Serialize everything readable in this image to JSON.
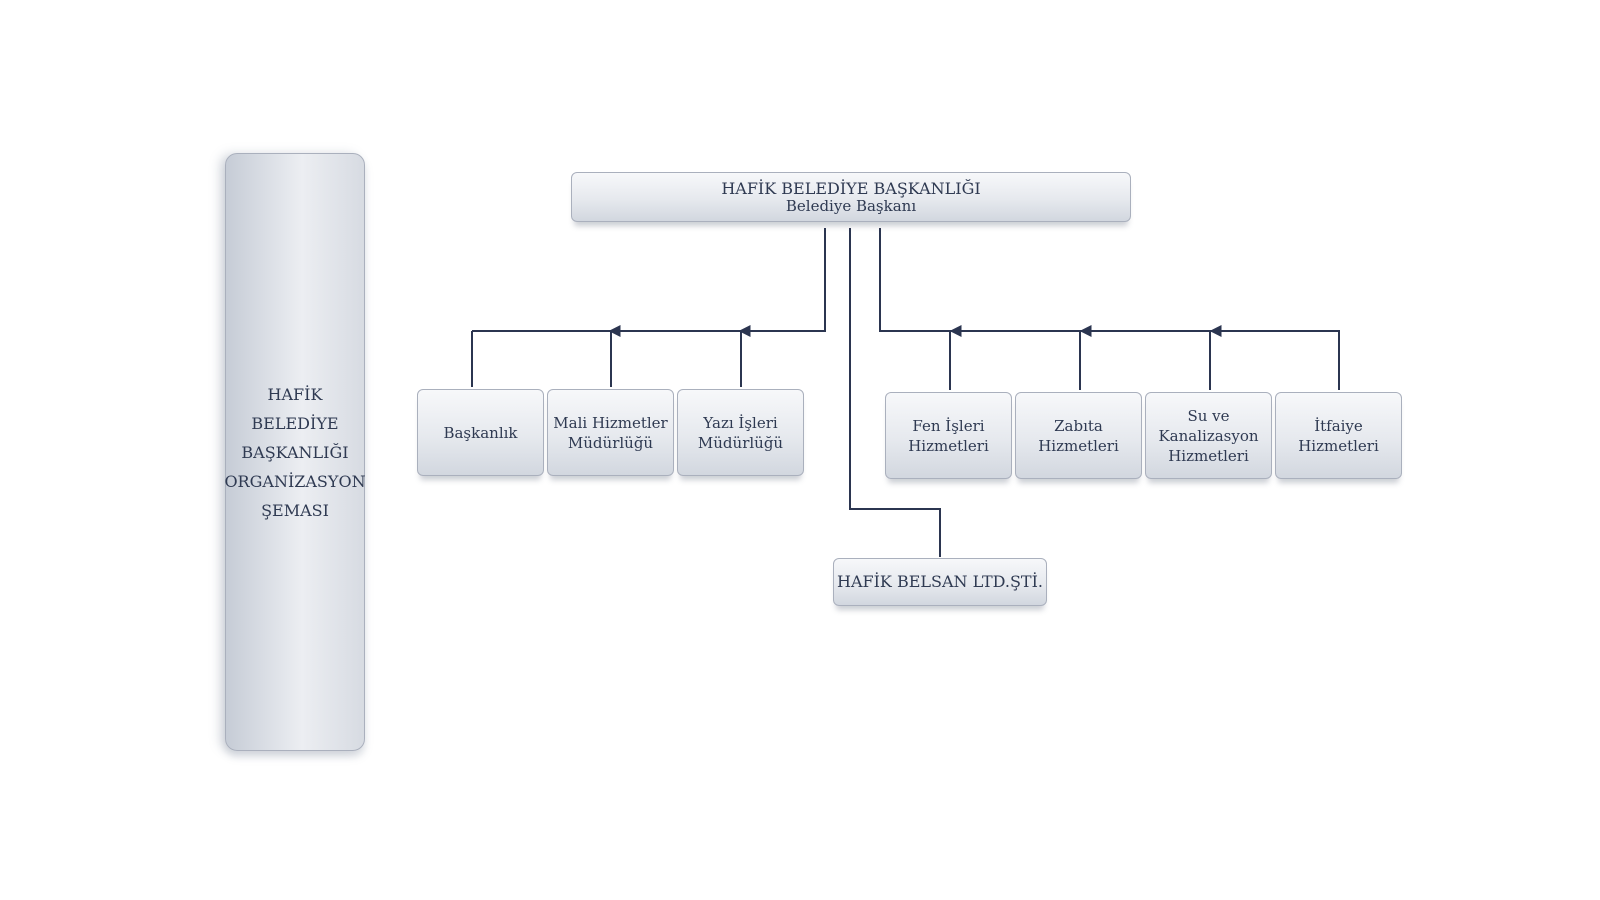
{
  "title_panel": {
    "lines": [
      "HAFİK",
      "BELEDİYE",
      "BAŞKANLIĞI",
      "ORGANİZASYON",
      "ŞEMASI"
    ]
  },
  "top_node": {
    "title": "HAFİK BELEDİYE BAŞKANLIĞI",
    "subtitle": "Belediye Başkanı"
  },
  "left_group": [
    {
      "lines": [
        "Başkanlık"
      ]
    },
    {
      "lines": [
        "Mali Hizmetler",
        "Müdürlüğü"
      ]
    },
    {
      "lines": [
        "Yazı İşleri",
        "Müdürlüğü"
      ]
    }
  ],
  "right_group": [
    {
      "lines": [
        "Fen İşleri",
        "Hizmetleri"
      ]
    },
    {
      "lines": [
        "Zabıta",
        "Hizmetleri"
      ]
    },
    {
      "lines": [
        "Su ve",
        "Kanalizasyon",
        "Hizmetleri"
      ]
    },
    {
      "lines": [
        "İtfaiye",
        "Hizmetleri"
      ]
    }
  ],
  "bottom_node": {
    "label": "HAFİK BELSAN LTD.ŞTİ."
  },
  "colors": {
    "connector": "#2b3550",
    "box_border": "#aab0bd",
    "text": "#2f3a52"
  }
}
